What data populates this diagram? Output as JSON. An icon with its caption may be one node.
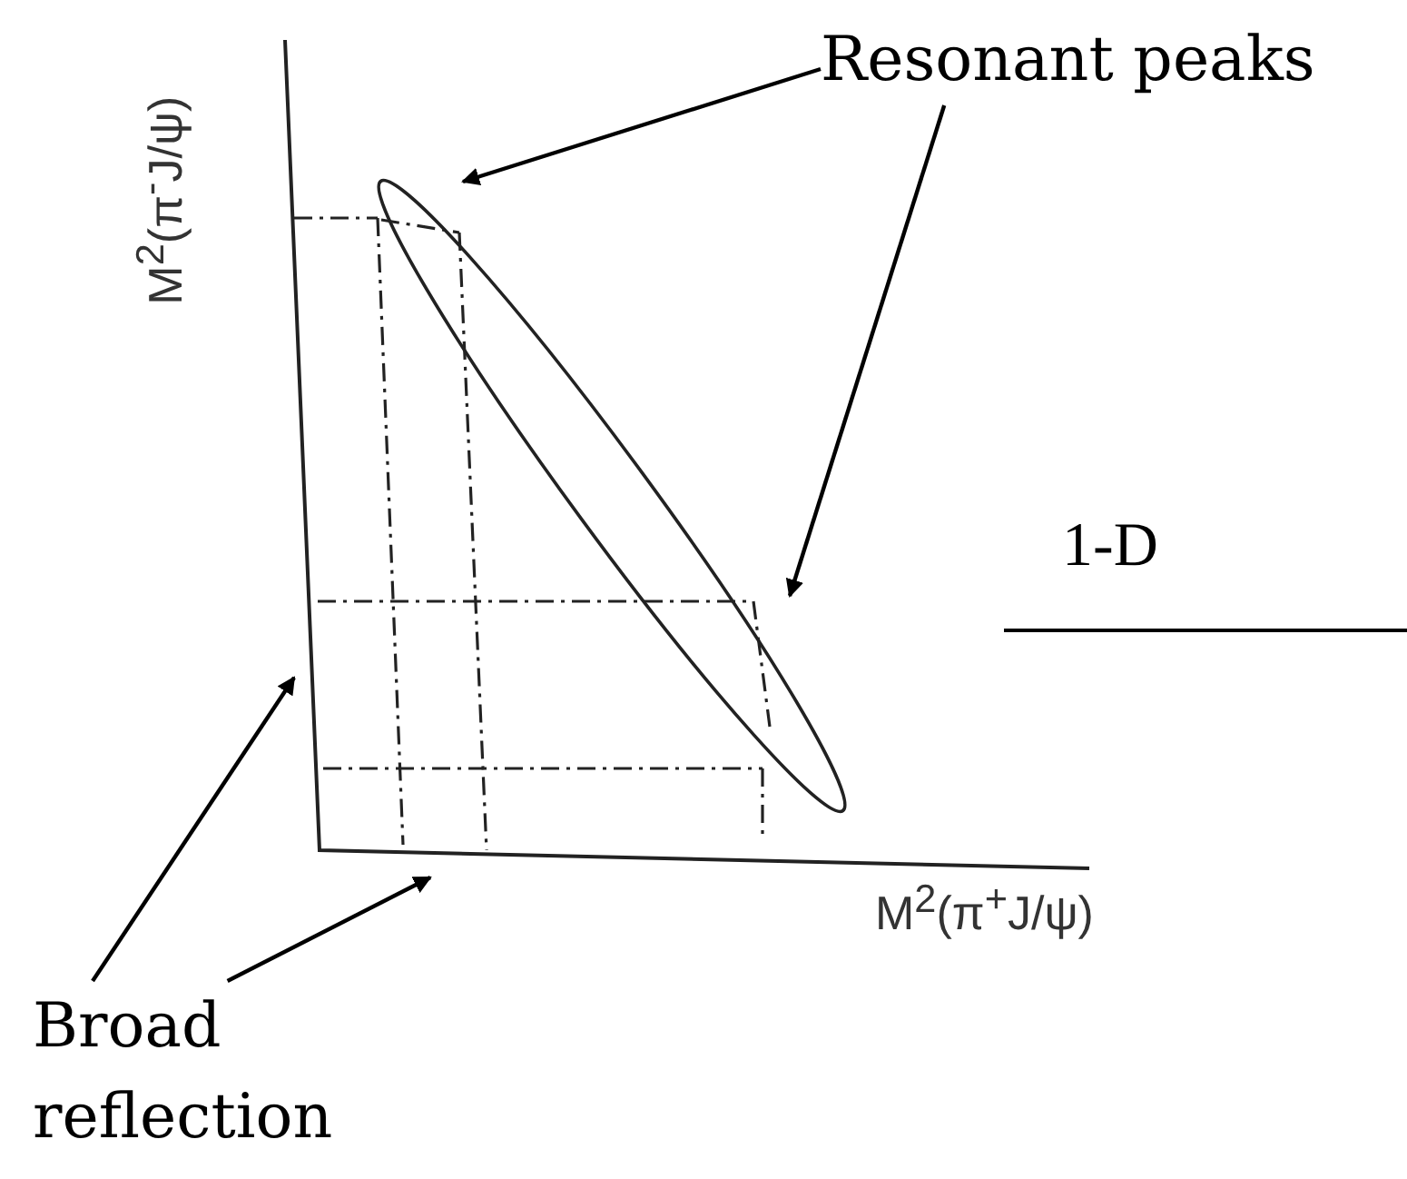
{
  "diagram": {
    "nodes": [
      {
        "text": [
          "Resonant peaks"
        ]
      },
      {
        "text": [
          "Broad reflection"
        ]
      }
    ],
    "edges": [
      {
        "from": 0,
        "to": null,
        "arrow": "to"
      },
      {
        "from": 0,
        "to": null,
        "arrow": "to"
      },
      {
        "from": 1,
        "to": null,
        "arrow": "to"
      },
      {
        "from": 1,
        "to": null,
        "arrow": "to"
      }
    ],
    "labels": [
      "M$^{2}$(π$^{-}$J/ψ)",
      "M$^{2}$(π$^{+}$J/ψ)",
      "1-D"
    ]
  }
}
